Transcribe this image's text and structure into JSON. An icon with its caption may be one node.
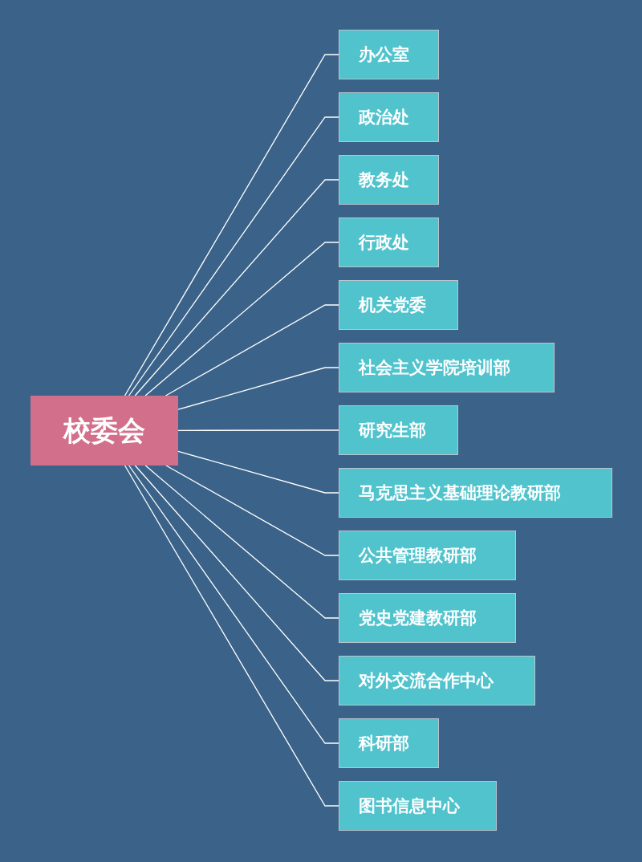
{
  "diagram": {
    "nodes": [
      {
        "text": [
          "校委会"
        ]
      },
      {
        "text": [
          "办公室"
        ]
      },
      {
        "text": [
          "政治处"
        ]
      },
      {
        "text": [
          "教务处"
        ]
      },
      {
        "text": [
          "行政处"
        ]
      },
      {
        "text": [
          "机关党委"
        ]
      },
      {
        "text": [
          "社会主义学院培训部"
        ]
      },
      {
        "text": [
          "研究生部"
        ]
      },
      {
        "text": [
          "马克思主义基础理论教研部"
        ]
      },
      {
        "text": [
          "公共管理教研部"
        ]
      },
      {
        "text": [
          "党史党建教研部"
        ]
      },
      {
        "text": [
          "对外交流合作中心"
        ]
      },
      {
        "text": [
          "科研部"
        ]
      },
      {
        "text": [
          "图书信息中心"
        ]
      }
    ],
    "edges": [
      {
        "from": 0,
        "to": 1,
        "arrow": "none"
      },
      {
        "from": 0,
        "to": 2,
        "arrow": "none"
      },
      {
        "from": 0,
        "to": 3,
        "arrow": "none"
      },
      {
        "from": 0,
        "to": 4,
        "arrow": "none"
      },
      {
        "from": 0,
        "to": 5,
        "arrow": "none"
      },
      {
        "from": 0,
        "to": 6,
        "arrow": "none"
      },
      {
        "from": 0,
        "to": 7,
        "arrow": "none"
      },
      {
        "from": 0,
        "to": 8,
        "arrow": "none"
      },
      {
        "from": 0,
        "to": 9,
        "arrow": "none"
      },
      {
        "from": 0,
        "to": 10,
        "arrow": "none"
      },
      {
        "from": 0,
        "to": 11,
        "arrow": "none"
      },
      {
        "from": 0,
        "to": 12,
        "arrow": "none"
      },
      {
        "from": 0,
        "to": 13,
        "arrow": "none"
      }
    ]
  }
}
